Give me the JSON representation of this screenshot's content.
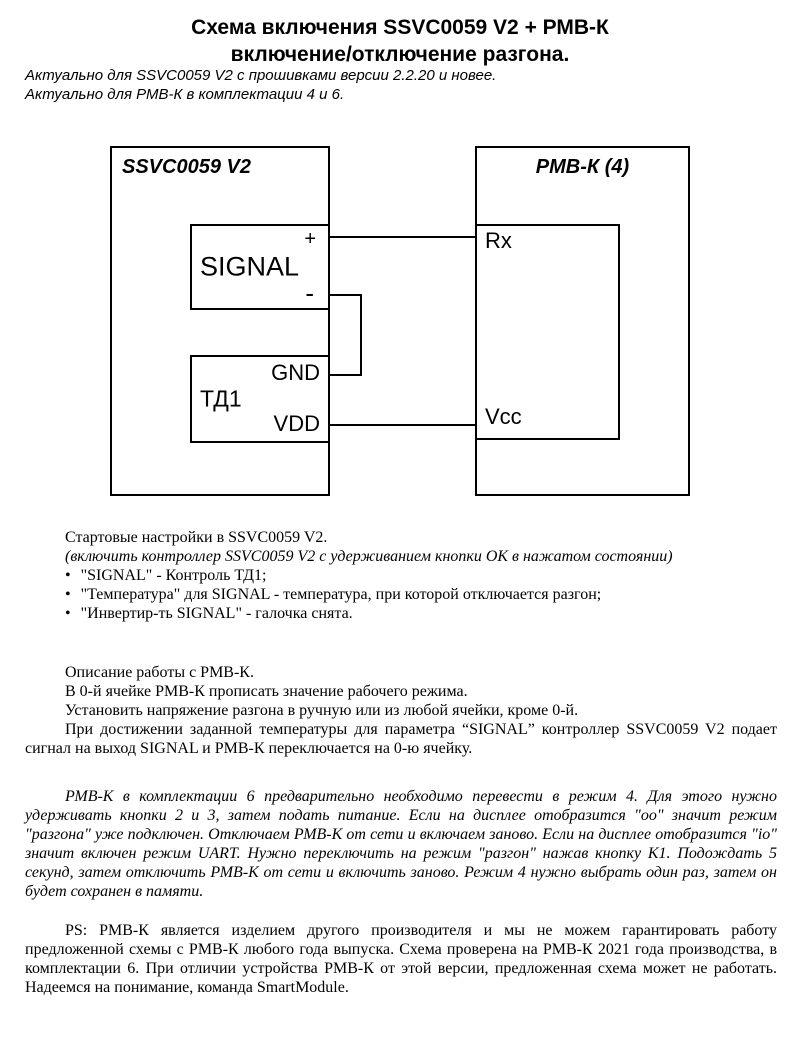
{
  "header": {
    "title_line1": "Схема включения SSVC0059 V2 + РМВ-К",
    "title_line2": "включение/отключение разгона.",
    "note_line1": "Актуально для SSVC0059 V2 с прошивками версии 2.2.20 и новее.",
    "note_line2": "Актуально для РМВ-К в комплектации 4 и 6."
  },
  "diagram": {
    "left_box": {
      "title": "SSVC0059 V2",
      "signal": {
        "label": "SIGNAL",
        "plus": "+",
        "minus": "-"
      },
      "td1": {
        "label": "ТД1",
        "gnd": "GND",
        "vdd": "VDD"
      }
    },
    "right_box": {
      "title": "РМВ-К (4)",
      "rx": "Rx",
      "vcc": "Vcc"
    }
  },
  "settings": {
    "heading": "Стартовые настройки в SSVC0059 V2.",
    "note": "(включить контроллер SSVC0059 V2 с удерживанием кнопки ОК в нажатом состоянии)",
    "bullet_char": "•",
    "bullets": [
      "\"SIGNAL\" - Контроль ТД1;",
      "\"Температура\" для SIGNAL - температура, при которой отключается разгон;",
      "\"Инвертир-ть SIGNAL\" - галочка снята."
    ]
  },
  "description": {
    "heading": "Описание работы с РМВ-К.",
    "line1": "В 0-й ячейке РМВ-К прописать значение рабочего режима.",
    "line2": "Установить напряжение разгона в ручную или из любой ячейки, кроме 0-й.",
    "paragraph": "При достижении заданной температуры для параметра “SIGNAL” контроллер SSVC0059 V2 подает сигнал на выход SIGNAL и РМВ-К переключается на 0-ю ячейку."
  },
  "mode_note": "РМВ-К в комплектации 6 предварительно необходимо перевести в режим 4. Для этого нужно удерживать кнопки 2 и 3, затем подать питание. Если на дисплее отобразится \"oo\" значит режим \"разгона\" уже подключен. Отключаем РМВ-К от сети и включаем заново. Если на дисплее отобразится \"io\" значит включен режим UART. Нужно переключить на режим \"разгон\" нажав кнопку К1. Подождать 5 секунд, затем отключить РМВ-К от сети и включить заново. Режим 4 нужно выбрать один раз, затем он будет сохранен в памяти.",
  "ps_note": "PS: РМВ-К является изделием другого производителя и мы не можем гарантировать работу предложенной схемы с РМВ-К любого года выпуска. Схема проверена на РМВ-К 2021 года производства, в комплектации 6. При отличии устройства РМВ-К от этой версии, предложенная схема может не работать.  Надеемся на понимание, команда SmartModule."
}
